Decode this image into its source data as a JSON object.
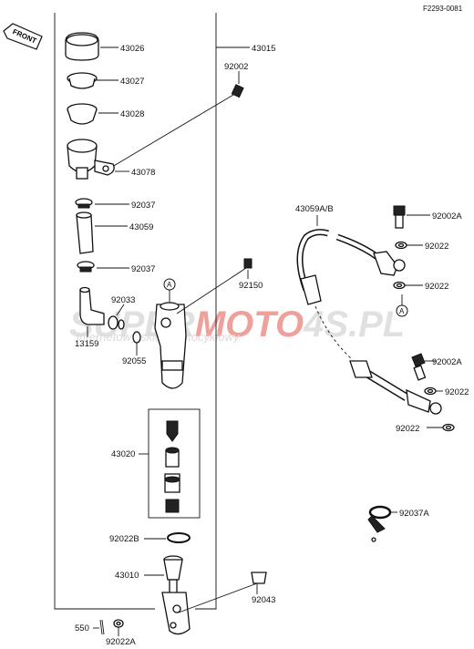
{
  "figure_code": "F2293-0081",
  "front_label": "FRONT",
  "watermark": {
    "brand_left": "SUPER",
    "brand_mid": "MOTO",
    "brand_right": "4S.PL",
    "tagline": "internetowy sklep motocyklowy"
  },
  "callout_a": "A",
  "labels": {
    "p43026": "43026",
    "p43027": "43027",
    "p43028": "43028",
    "p43015": "43015",
    "p92002": "92002",
    "p43078": "43078",
    "p92037_upper": "92037",
    "p43059": "43059",
    "p92037_lower": "92037",
    "p92033": "92033",
    "p13159": "13159",
    "p92150": "92150",
    "p92055": "92055",
    "p43020": "43020",
    "p92022B": "92022B",
    "p43010": "43010",
    "p92043": "92043",
    "p550": "550",
    "p92022A": "92022A",
    "p43059AB": "43059A/B",
    "p92002A_top": "92002A",
    "p92022_1": "92022",
    "p92022_2": "92022",
    "p92002A_mid": "92002A",
    "p92022_3": "92022",
    "p92022_4": "92022",
    "p92037A": "92037A"
  }
}
